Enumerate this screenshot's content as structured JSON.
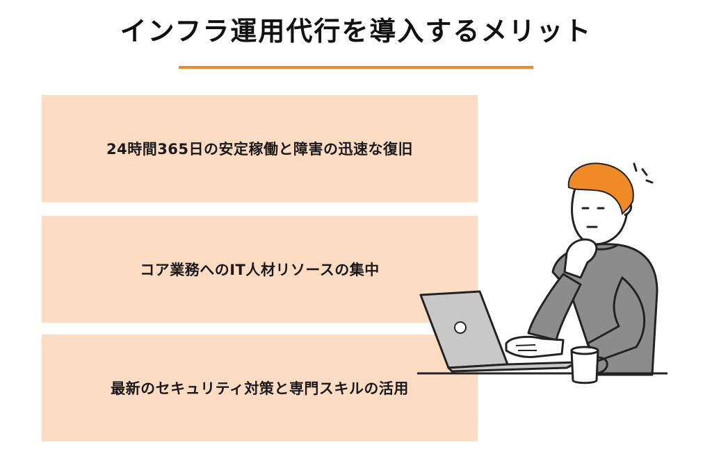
{
  "page": {
    "title": "インフラ運用代行を導入するメリット",
    "accent_color": "#F08A24",
    "card_color": "#FDDCC4"
  },
  "benefits": [
    {
      "label": "24時間365日の安定稼働と障害の迅速な復旧"
    },
    {
      "label": "コア業務へのIT人材リソースの集中"
    },
    {
      "label": "最新のセキュリティ対策と専門スキルの活用"
    }
  ],
  "illustration": {
    "subject": "thinking-man-with-laptop-and-mug",
    "hair_color": "#F08A24",
    "sweater_color": "#8C8C8C",
    "laptop_color": "#C8C8C8"
  }
}
